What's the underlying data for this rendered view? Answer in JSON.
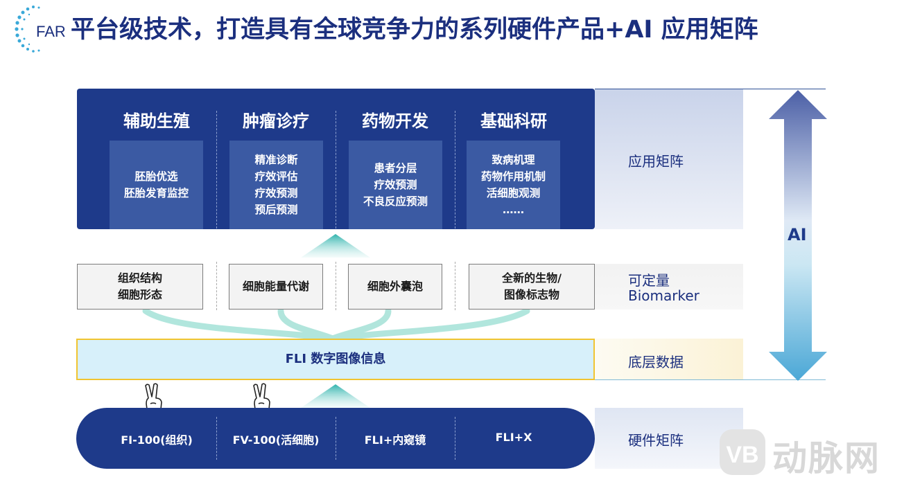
{
  "logo": {
    "text": "FAR"
  },
  "title": "平台级技术，打造具有全球竞争力的系列硬件产品+AI 应用矩阵",
  "applications": [
    {
      "title": "辅助生殖",
      "items": [
        "胚胎优选",
        "胚胎发育监控"
      ]
    },
    {
      "title": "肿瘤诊疗",
      "items": [
        "精准诊断",
        "疗效评估",
        "疗效预测",
        "预后预测"
      ]
    },
    {
      "title": "药物开发",
      "items": [
        "患者分层",
        "疗效预测",
        "不良反应预测"
      ]
    },
    {
      "title": "基础科研",
      "items": [
        "致病机理",
        "药物作用机制",
        "活细胞观测",
        "……"
      ]
    }
  ],
  "biomarkers": [
    [
      "组织结构",
      "细胞形态"
    ],
    [
      "细胞能量代谢"
    ],
    [
      "细胞外囊泡"
    ],
    [
      "全新的生物/",
      "图像标志物"
    ]
  ],
  "fli_label": "FLI 数字图像信息",
  "hardware": [
    "FI-100(组织)",
    "FV-100(活细胞)",
    "FLI+内窥镜",
    "FLI+X"
  ],
  "layer_labels": {
    "application": "应用矩阵",
    "biomarker_line1": "可定量",
    "biomarker_line2": "Biomarker",
    "base_data": "底层数据",
    "hardware": "硬件矩阵"
  },
  "ai_label": "AI",
  "watermark": "动脉网",
  "icons": [
    "victory-hand-icon",
    "victory-hand-icon"
  ],
  "colors": {
    "navy": "#1e3a8a",
    "box_blue": "#3b5aa3",
    "teal": "#7fd6c8",
    "fli_fill": "#d7f0fa",
    "fli_border": "#f0c430"
  }
}
